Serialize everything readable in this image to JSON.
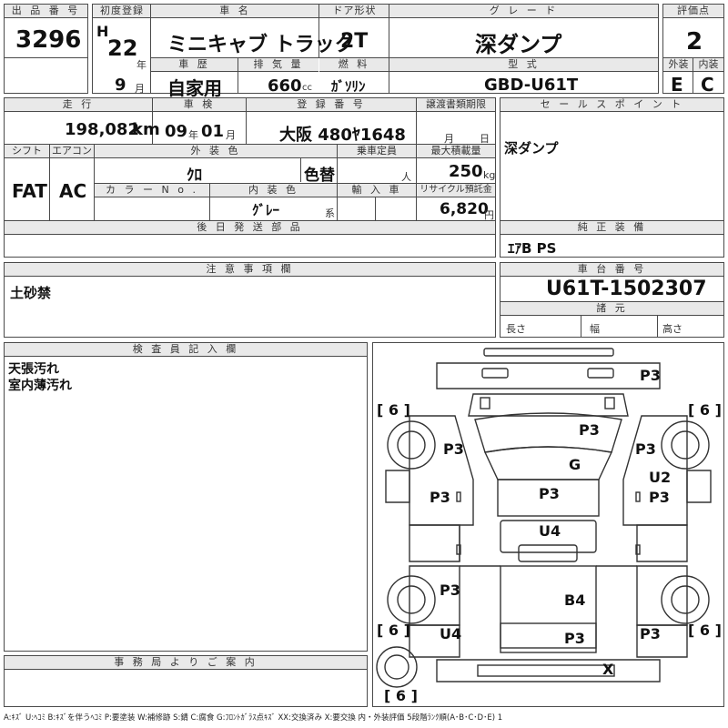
{
  "header": {
    "lot_label": "出 品 番 号",
    "lot_number": "3296",
    "first_reg_label": "初度登録",
    "era": "H",
    "year": "22",
    "year_unit": "年",
    "month": "9",
    "month_unit": "月",
    "name_label": "車 名",
    "car_name": "ミニキャブ トラック",
    "door_label": "ドア形状",
    "door": "2T",
    "grade_label": "グ レ ー ド",
    "grade": "深ダンプ",
    "score_label": "評価点",
    "score": "2",
    "history_label": "車 歴",
    "history": "自家用",
    "disp_label": "排 気 量",
    "displacement": "660",
    "disp_unit": "cc",
    "fuel_label": "燃 料",
    "fuel": "ｶﾞｿﾘﾝ",
    "model_label": "型 式",
    "model": "GBD-U61T",
    "ext_label": "外装",
    "ext_grade": "E",
    "int_label": "内装",
    "int_grade": "C"
  },
  "row2": {
    "mileage_label": "走 行",
    "mileage": "198,082",
    "mileage_unit": "km",
    "inspection_label": "車 検",
    "insp_year": "09",
    "insp_year_unit": "年",
    "insp_month": "01",
    "insp_month_unit": "月",
    "plate_label": "登 録 番 号",
    "plate": "大阪 480ﾔ1648",
    "transfer_label": "譲渡書類期限",
    "transfer_month_unit": "月",
    "transfer_day_unit": "日",
    "shift_label": "シフト",
    "shift": "FAT",
    "ac_label": "エアコン",
    "ac": "AC",
    "color_label": "外 装 色",
    "color": "ｸﾛ",
    "repaint": "色替",
    "capacity_label": "乗車定員",
    "capacity_unit": "人",
    "load_label": "最大積載量",
    "load": "250",
    "load_unit": "kg",
    "color_no_label": "カ ラ ー N o .",
    "interior_color_label": "内 装 色",
    "interior_color": "ｸﾞﾚｰ",
    "interior_color_unit": "系",
    "import_label": "輸 入 車",
    "recycle_label": "リサイクル預託金",
    "recycle": "6,820",
    "recycle_unit": "円",
    "later_parts_label": "後 日 発 送 部 品",
    "sales_label": "セ ー ル ス ポ イ ン ト",
    "sales_point": "深ダンプ",
    "equip_label": "純 正 装 備",
    "equipment": "ｴｱB PS"
  },
  "notes": {
    "caution_label": "注 意 事 項 欄",
    "caution": "土砂禁",
    "chassis_label": "車 台 番 号",
    "chassis": "U61T-1502307",
    "spec_label": "諸 元",
    "length_label": "長さ",
    "width_label": "幅",
    "height_label": "高さ"
  },
  "inspector": {
    "label": "検 査 員 記 入 欄",
    "line1": "天張汚れ",
    "line2": "室内薄汚れ"
  },
  "office": {
    "label": "事 務 局 よ り ご 案 内"
  },
  "diagram": {
    "marks": {
      "top_p3": "P3",
      "hood_p3": "P3",
      "left_front_p3": "P3",
      "right_front_p3": "P3",
      "glass_g": "G",
      "right_u2": "U2",
      "left_door_p3": "P3",
      "center_p3": "P3",
      "right_door_p3": "P3",
      "roof_u4": "U4",
      "left_bed_p3": "P3",
      "bed_b4": "B4",
      "left_rear_u4": "U4",
      "rear_p3": "P3",
      "right_rear_p3": "P3",
      "tail_x": "X"
    },
    "tires": {
      "front_left": "6",
      "front_right": "6",
      "rear_left": "6",
      "rear_right": "6",
      "spare": "6"
    }
  },
  "legend": "A:ｷｽﾞ U:ﾍｺﾐ B:ｷｽﾞを伴うﾍｺﾐ P:要塗装 W:補修跡 S:錆 C:腐食 G:ﾌﾛﾝﾄｶﾞﾗｽ点ｷｽﾞ XX:交換済み X:要交換 内・外装評価 5段階ﾗﾝｸ順(A･B･C･D･E) 1"
}
